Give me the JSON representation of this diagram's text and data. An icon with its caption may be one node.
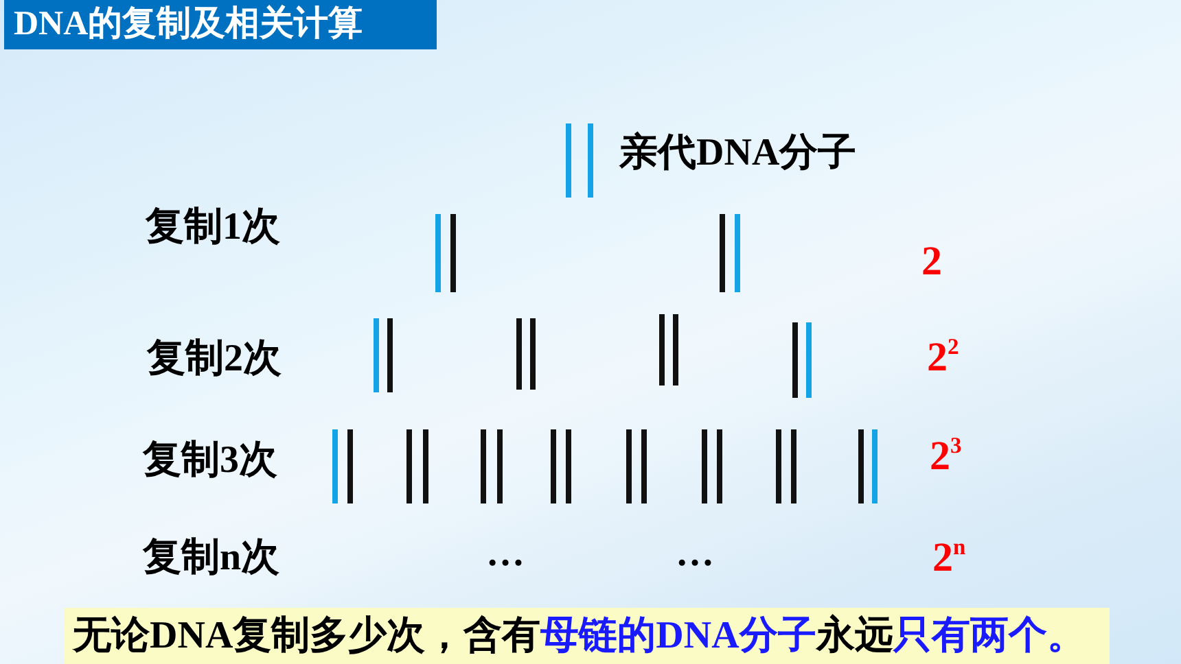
{
  "diagram": {
    "title": "DNA的复制及相关计算",
    "labels": [
      "亲代DNA分子",
      "复制1次",
      "2",
      "复制2次",
      "2$^{2}$",
      "复制3次",
      "2$^{3}$",
      "复制n次",
      "…",
      "…",
      "2$^{n}$",
      "无论DNA复制多少次，含有**母链的DNA分子**永远**只有两个。**"
    ]
  }
}
